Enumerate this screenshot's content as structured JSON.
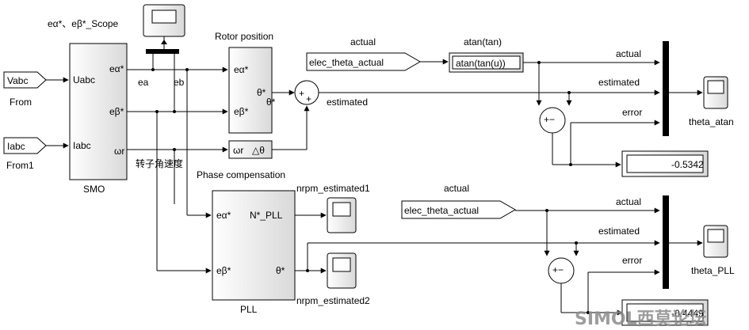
{
  "scope_top": {
    "title": "eα*、eβ*_Scope"
  },
  "from_blocks": [
    {
      "tag": "Vabc",
      "caption": "From"
    },
    {
      "tag": "Iabc",
      "caption": "From1"
    }
  ],
  "smo": {
    "name": "SMO",
    "inputs": [
      "Uabc",
      "Iabc"
    ],
    "outputs": [
      "eα*",
      "eβ*",
      "ωr"
    ]
  },
  "signals": {
    "ea": "ea",
    "eb": "eb",
    "speed": "转子角速度",
    "estimated": "estimated"
  },
  "rotor_position": {
    "title": "Rotor position",
    "inputs": [
      "eα*",
      "eβ*"
    ],
    "output": "θ*",
    "output_side": "θ*"
  },
  "phase_comp": {
    "title": "Phase compensation",
    "in_label": "ωr",
    "out_label": "△θ"
  },
  "sum_sign": "+",
  "goto_top": {
    "title": "actual",
    "tag": "elec_theta_actual"
  },
  "atan": {
    "title": "atan(tan)",
    "expr": "atan(tan(u))"
  },
  "mux_top_labels": [
    "actual",
    "estimated",
    "error"
  ],
  "scope_atan": {
    "name": "theta_atan"
  },
  "display_top": {
    "value": "-0.5342"
  },
  "pll": {
    "name": "PLL",
    "inputs": [
      "eα*",
      "eβ*"
    ],
    "outputs": [
      "N*_PLL",
      "θ*"
    ]
  },
  "scope_pll1": {
    "name": "nrpm_estimated1"
  },
  "scope_pll2": {
    "name": "nrpm_estimated2"
  },
  "goto_bottom": {
    "title": "actual",
    "tag": "elec_theta_actual"
  },
  "mux_bottom_labels": [
    "actual",
    "estimated",
    "error"
  ],
  "scope_pll": {
    "name": "theta_PLL"
  },
  "display_bottom": {
    "value": "-0.4449"
  },
  "sub_sign": "+−",
  "watermark": "SIMOL西莫论坛"
}
